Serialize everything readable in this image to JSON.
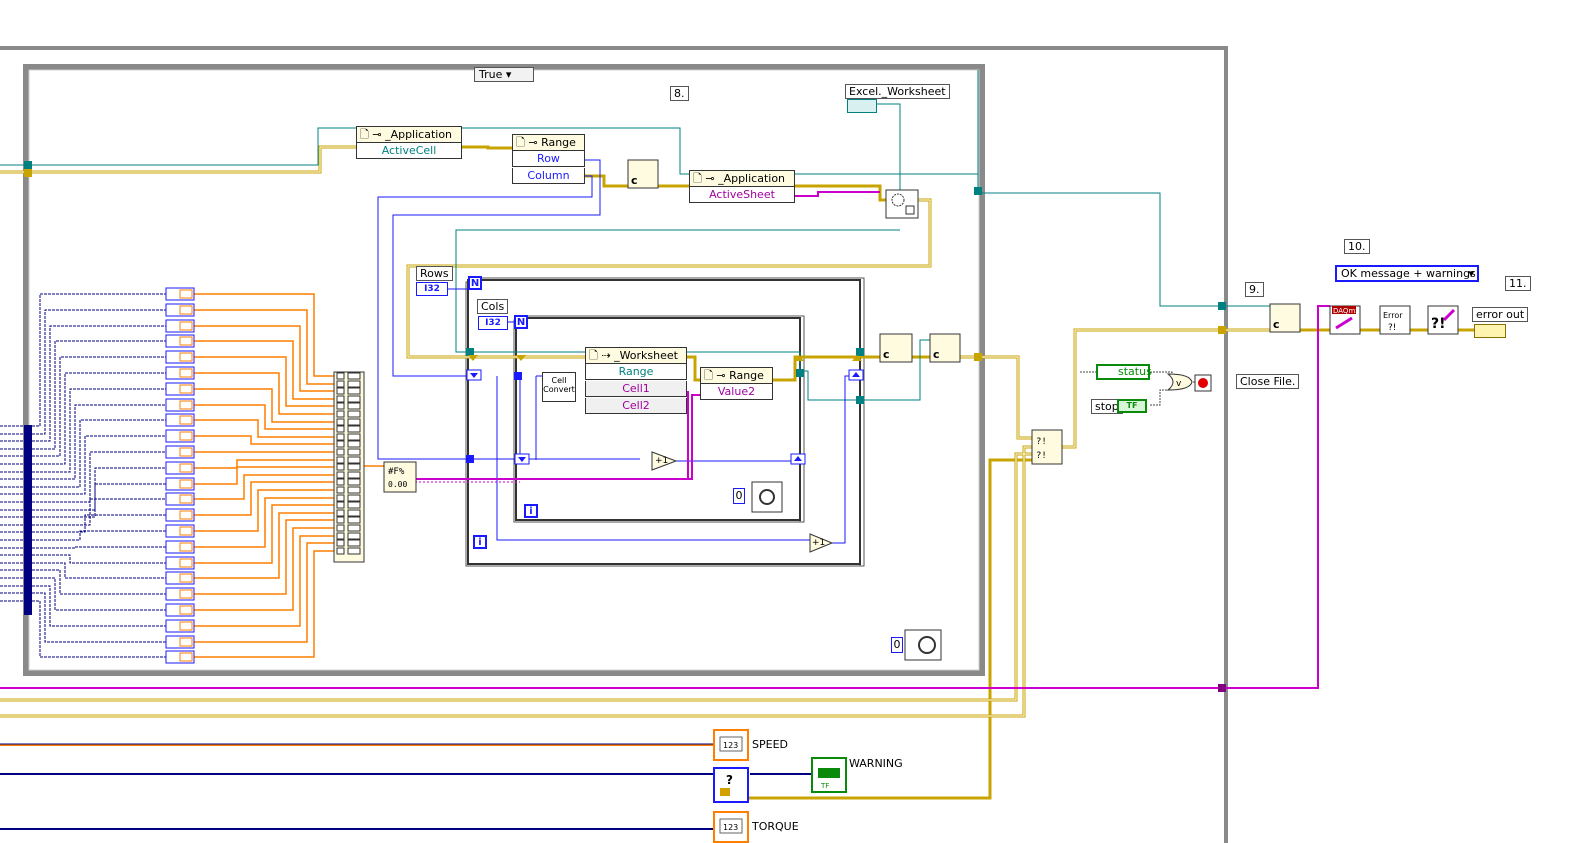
{
  "case_structure": {
    "selector_label": "True"
  },
  "step_labels": {
    "s8": "8.",
    "s9": "9.",
    "s10": "10.",
    "s11": "11."
  },
  "excel_worksheet_constant": {
    "label": "Excel._Worksheet"
  },
  "app_node_1": {
    "class": "_Application",
    "property": "ActiveCell"
  },
  "range_node_1": {
    "class": "Range",
    "props": [
      "Row",
      "Column"
    ]
  },
  "app_node_2": {
    "class": "_Application",
    "property": "ActiveSheet"
  },
  "worksheet_node": {
    "class": "_Worksheet",
    "method": "Range",
    "params": [
      "Cell1",
      "Cell2"
    ]
  },
  "range_node_2": {
    "class": "Range",
    "property": "Value2"
  },
  "rows_control": {
    "label": "Rows",
    "type": "I32"
  },
  "cols_control": {
    "label": "Cols",
    "type": "I32"
  },
  "cell_convert": {
    "label": "Cell Convert"
  },
  "loop_terminals": {
    "count": "N",
    "iteration": "i"
  },
  "increment": {
    "label": "+1"
  },
  "wait_constants": {
    "inner": "0",
    "outer": "0"
  },
  "status_indicator": {
    "label": "status"
  },
  "stop_control": {
    "label": "stop",
    "type": "TF"
  },
  "close_file_label": "Close File.",
  "message_ring": {
    "value": "OK message + warnings"
  },
  "error_out": {
    "label": "error out"
  },
  "speed_indicator": {
    "label": "SPEED",
    "type": "123"
  },
  "warning_indicator": {
    "label": "WARNING",
    "type": "TF"
  },
  "torque_indicator": {
    "label": "TORQUE",
    "type": "123"
  },
  "colors": {
    "error_wire": "#c8a400",
    "refnum_wire": "#008080",
    "int_wire": "#1a1aff",
    "dbl_wire": "#ff7f00",
    "string_wire": "#cc00cc",
    "frame": "#7f7f7f",
    "bundle_wire": "#000080"
  }
}
